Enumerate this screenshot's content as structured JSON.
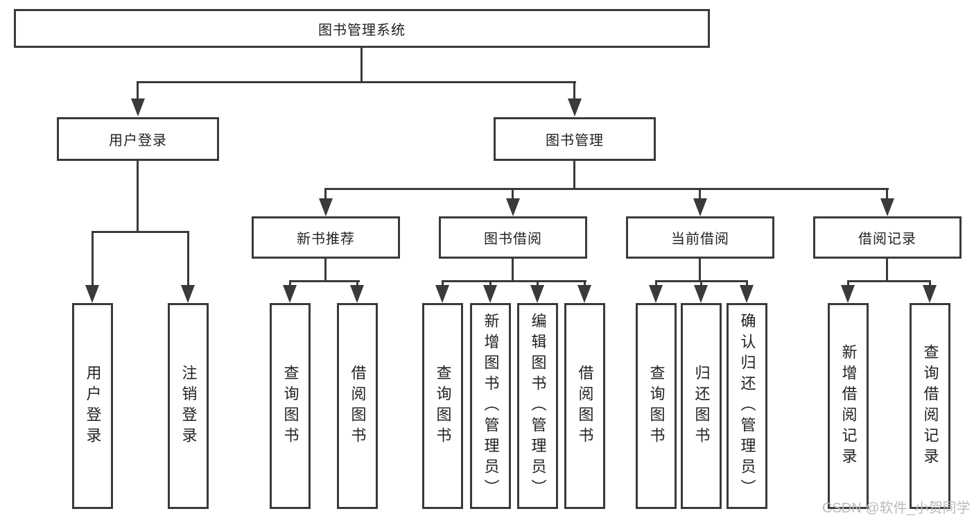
{
  "diagram": {
    "root": {
      "label": "图书管理系统"
    },
    "level2": [
      {
        "label": "用户登录"
      },
      {
        "label": "图书管理"
      }
    ],
    "level3": [
      {
        "label": "新书推荐"
      },
      {
        "label": "图书借阅"
      },
      {
        "label": "当前借阅"
      },
      {
        "label": "借阅记录"
      }
    ],
    "leaves": [
      {
        "label": "用户登录"
      },
      {
        "label": "注销登录"
      },
      {
        "label": "查询图书"
      },
      {
        "label": "借阅图书"
      },
      {
        "label": "查询图书"
      },
      {
        "label": "新增图书（管理员）"
      },
      {
        "label": "编辑图书（管理员）"
      },
      {
        "label": "借阅图书"
      },
      {
        "label": "查询图书"
      },
      {
        "label": "归还图书"
      },
      {
        "label": "确认归还（管理员）"
      },
      {
        "label": "新增借阅记录"
      },
      {
        "label": "查询借阅记录"
      }
    ]
  },
  "watermark": {
    "text": "CSDN @软件_小贺同学"
  },
  "colors": {
    "line": "#3a3a3a",
    "text": "#222222",
    "watermark": "#b9babe",
    "background": "#ffffff"
  }
}
